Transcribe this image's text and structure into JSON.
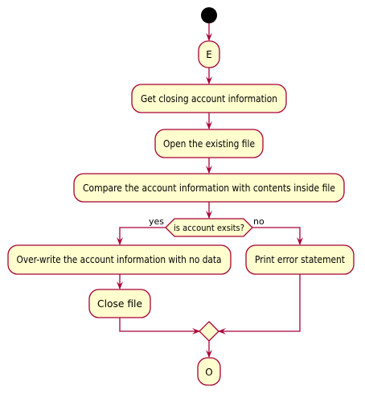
{
  "diagram": {
    "nodes": {
      "e": "E",
      "get_info": "Get closing account information",
      "open_file": "Open the existing file",
      "compare": "Compare the account information with contents inside file",
      "decision": "is account exsits?",
      "overwrite": "Over-write the account information with no data",
      "close_file": "Close file",
      "print_error": "Print error statement",
      "o": "O"
    },
    "branches": {
      "yes": "yes",
      "no": "no"
    }
  },
  "colors": {
    "box_fill": "#FEFECE",
    "stroke": "#A80036",
    "start": "#000000",
    "text": "#000000"
  }
}
